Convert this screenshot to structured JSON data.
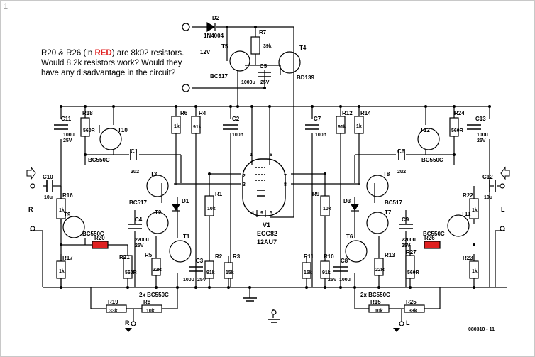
{
  "page_number": "1",
  "question": {
    "line1_pre": "R20 & R26 (in ",
    "line1_red": "RED",
    "line1_post": ") are 8k02 resistors.",
    "line2": "Would 8.2k resistors work?  Would they",
    "line3": "have any disadvantage in the circuit?"
  },
  "colors": {
    "highlight": "#e02020",
    "line": "#000000"
  },
  "supply": {
    "voltage": "12V"
  },
  "labels": {
    "D2": "D2",
    "D2v": "1N4004",
    "R7": "R7",
    "R7v": "39k",
    "T5": "T5",
    "T5v": "BC517",
    "T4": "T4",
    "T4v": "BD139",
    "C5": "C5",
    "C5v": "1000u",
    "C5v2": "25V",
    "C11": "C11",
    "C11v": "100u",
    "C11v2": "25V",
    "R18": "R18",
    "R18v": "560R",
    "T10": "T10",
    "T10v": "BC550C",
    "R6": "R6",
    "R6v": "1k",
    "R4": "R4",
    "R4v": "91k",
    "C2": "C2",
    "C2v": "100n",
    "C7": "C7",
    "C7v": "100n",
    "R12": "R12",
    "R12v": "91k",
    "R14": "R14",
    "R14v": "1k",
    "T12": "T12",
    "T12v": "BC550C",
    "R24": "R24",
    "R24v": "560R",
    "C13": "C13",
    "C13v": "100u",
    "C13v2": "25V",
    "C1": "C1",
    "C1v": "2u2",
    "C6": "C6",
    "C6v": "2u2",
    "C10": "C10",
    "C10v": "10u",
    "C12": "C12",
    "C12v": "10u",
    "R16": "R16",
    "R16v": "1k",
    "R22": "R22",
    "R22v": "1k",
    "T9": "T9",
    "T9v": "BC550C",
    "T11": "T11",
    "T11v": "BC550C",
    "T3": "T3",
    "T3v": "BC517",
    "T8": "T8",
    "T8v": "BC517",
    "D1": "D1",
    "D3": "D3",
    "R1": "R1",
    "R1v": "10k",
    "R9": "R9",
    "R9v": "10k",
    "T2": "T2",
    "T7": "T7",
    "T1": "T1",
    "T6": "T6",
    "C4": "C4",
    "C4v": "2200u",
    "C4v2": "25V",
    "C9": "C9",
    "C9v": "2200u",
    "C9v2": "25V",
    "R17": "R17",
    "R17v": "1k",
    "R23": "R23",
    "R23v": "1k",
    "R20": "R20",
    "R21": "R21",
    "R21v": "560R",
    "R26": "R26",
    "R27": "R27",
    "R27v": "560R",
    "R5": "R5",
    "R5v": "22R",
    "R13": "R13",
    "R13v": "22R",
    "C3": "C3",
    "C3v": "100u",
    "C3v2": "25V",
    "C8": "C8",
    "C8v": "100u",
    "C8v2": "25V",
    "R2": "R2",
    "R2v": "91k",
    "R3": "R3",
    "R3v": "15k",
    "R11": "R11",
    "R11v": "15k",
    "R10": "R10",
    "R10v": "91k",
    "V1": "V1",
    "V1v": "ECC82",
    "V1v2": "12AU7",
    "T2T1": "2x BC550C",
    "T6T7": "2x BC550C",
    "R19": "R19",
    "R19v": "33k",
    "R8": "R8",
    "R8v": "10k",
    "R15": "R15",
    "R15v": "10k",
    "R25": "R25",
    "R25v": "33k",
    "in_R": "R",
    "in_L": "L",
    "out_R": "R",
    "out_L": "L",
    "pin1": "1",
    "pin2": "2",
    "pin3": "3",
    "pin4": "4",
    "pin5": "5",
    "pin6": "6",
    "pin7": "7",
    "pin8": "8",
    "pin9": "9",
    "code": "080310 - 11"
  }
}
